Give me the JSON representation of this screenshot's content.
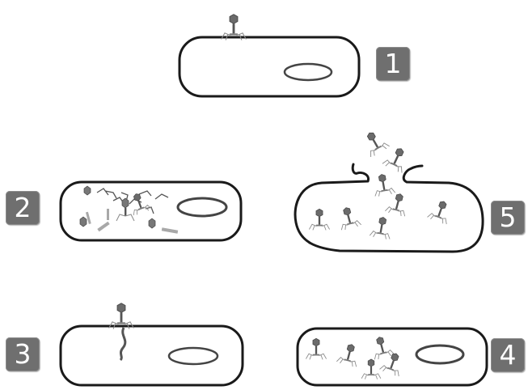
{
  "steps": [
    {
      "number": "1"
    },
    {
      "number": "2"
    },
    {
      "number": "3"
    },
    {
      "number": "4"
    },
    {
      "number": "5"
    }
  ],
  "colors": {
    "outline": "#1a1a1a",
    "phage_head": "#6b6b6b",
    "phage_legs": "#9a9a9a",
    "fragment": "#a8a8a8",
    "badge": "#6f6f6f"
  }
}
